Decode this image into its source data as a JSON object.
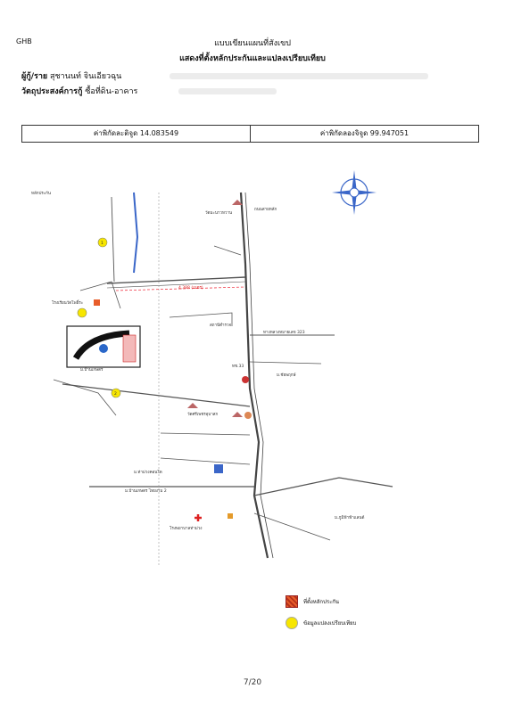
{
  "header": {
    "org": "GHB",
    "title1": "แบบเขียนแผนที่สังเขป",
    "title2": "แสดงที่ตั้งหลักประกันและแปลงเปรียบเทียบ"
  },
  "borrower": {
    "label": "ผู้กู้/ราย",
    "value": "สุชานนท์ จินเอียวฉุน"
  },
  "purpose": {
    "label": "วัตถุประสงค์การกู้",
    "value": "ซื้อที่ดิน-อาคาร"
  },
  "coordinates": {
    "lat": "ค่าพิกัดละติจูด 14.083549",
    "lon": "ค่าพิกัดลองจิจูด 99.947051"
  },
  "map": {
    "labels": {
      "collateral": "หลักประกัน",
      "temple_top": "วัดมะนาวหวาน",
      "dist_label": "4,388 (เมตร)",
      "school": "โรงเรียนวัดโพธิ์ระ",
      "branch": "ม.บ้านเกษตร",
      "highway": "ถนนสายหลัก",
      "road_323": "ทางหลวงหมายเลข 323",
      "checkpoint": "ทช.33",
      "market": "ม.ชัยพฤกษ์",
      "hospital": "โรงพยาบาลท่าม่วง",
      "lotus": "ม.ท่าม่วงคอนโด",
      "lopburi": "ม.บ้านเกษตร ไทยงาม 2",
      "village": "ม.ภูมิฟ้าฟ้าแลนด์",
      "temple_mid": "วัดศรีเพชรอุบาสก",
      "station": "สถานีตำรวจ"
    },
    "points": [
      "1",
      "2"
    ]
  },
  "legend": {
    "property": "ที่ตั้งหลักประกัน",
    "comparison": "ข้อมูลแปลงเปรียบเทียบ"
  },
  "footer": {
    "page": "7/20"
  }
}
